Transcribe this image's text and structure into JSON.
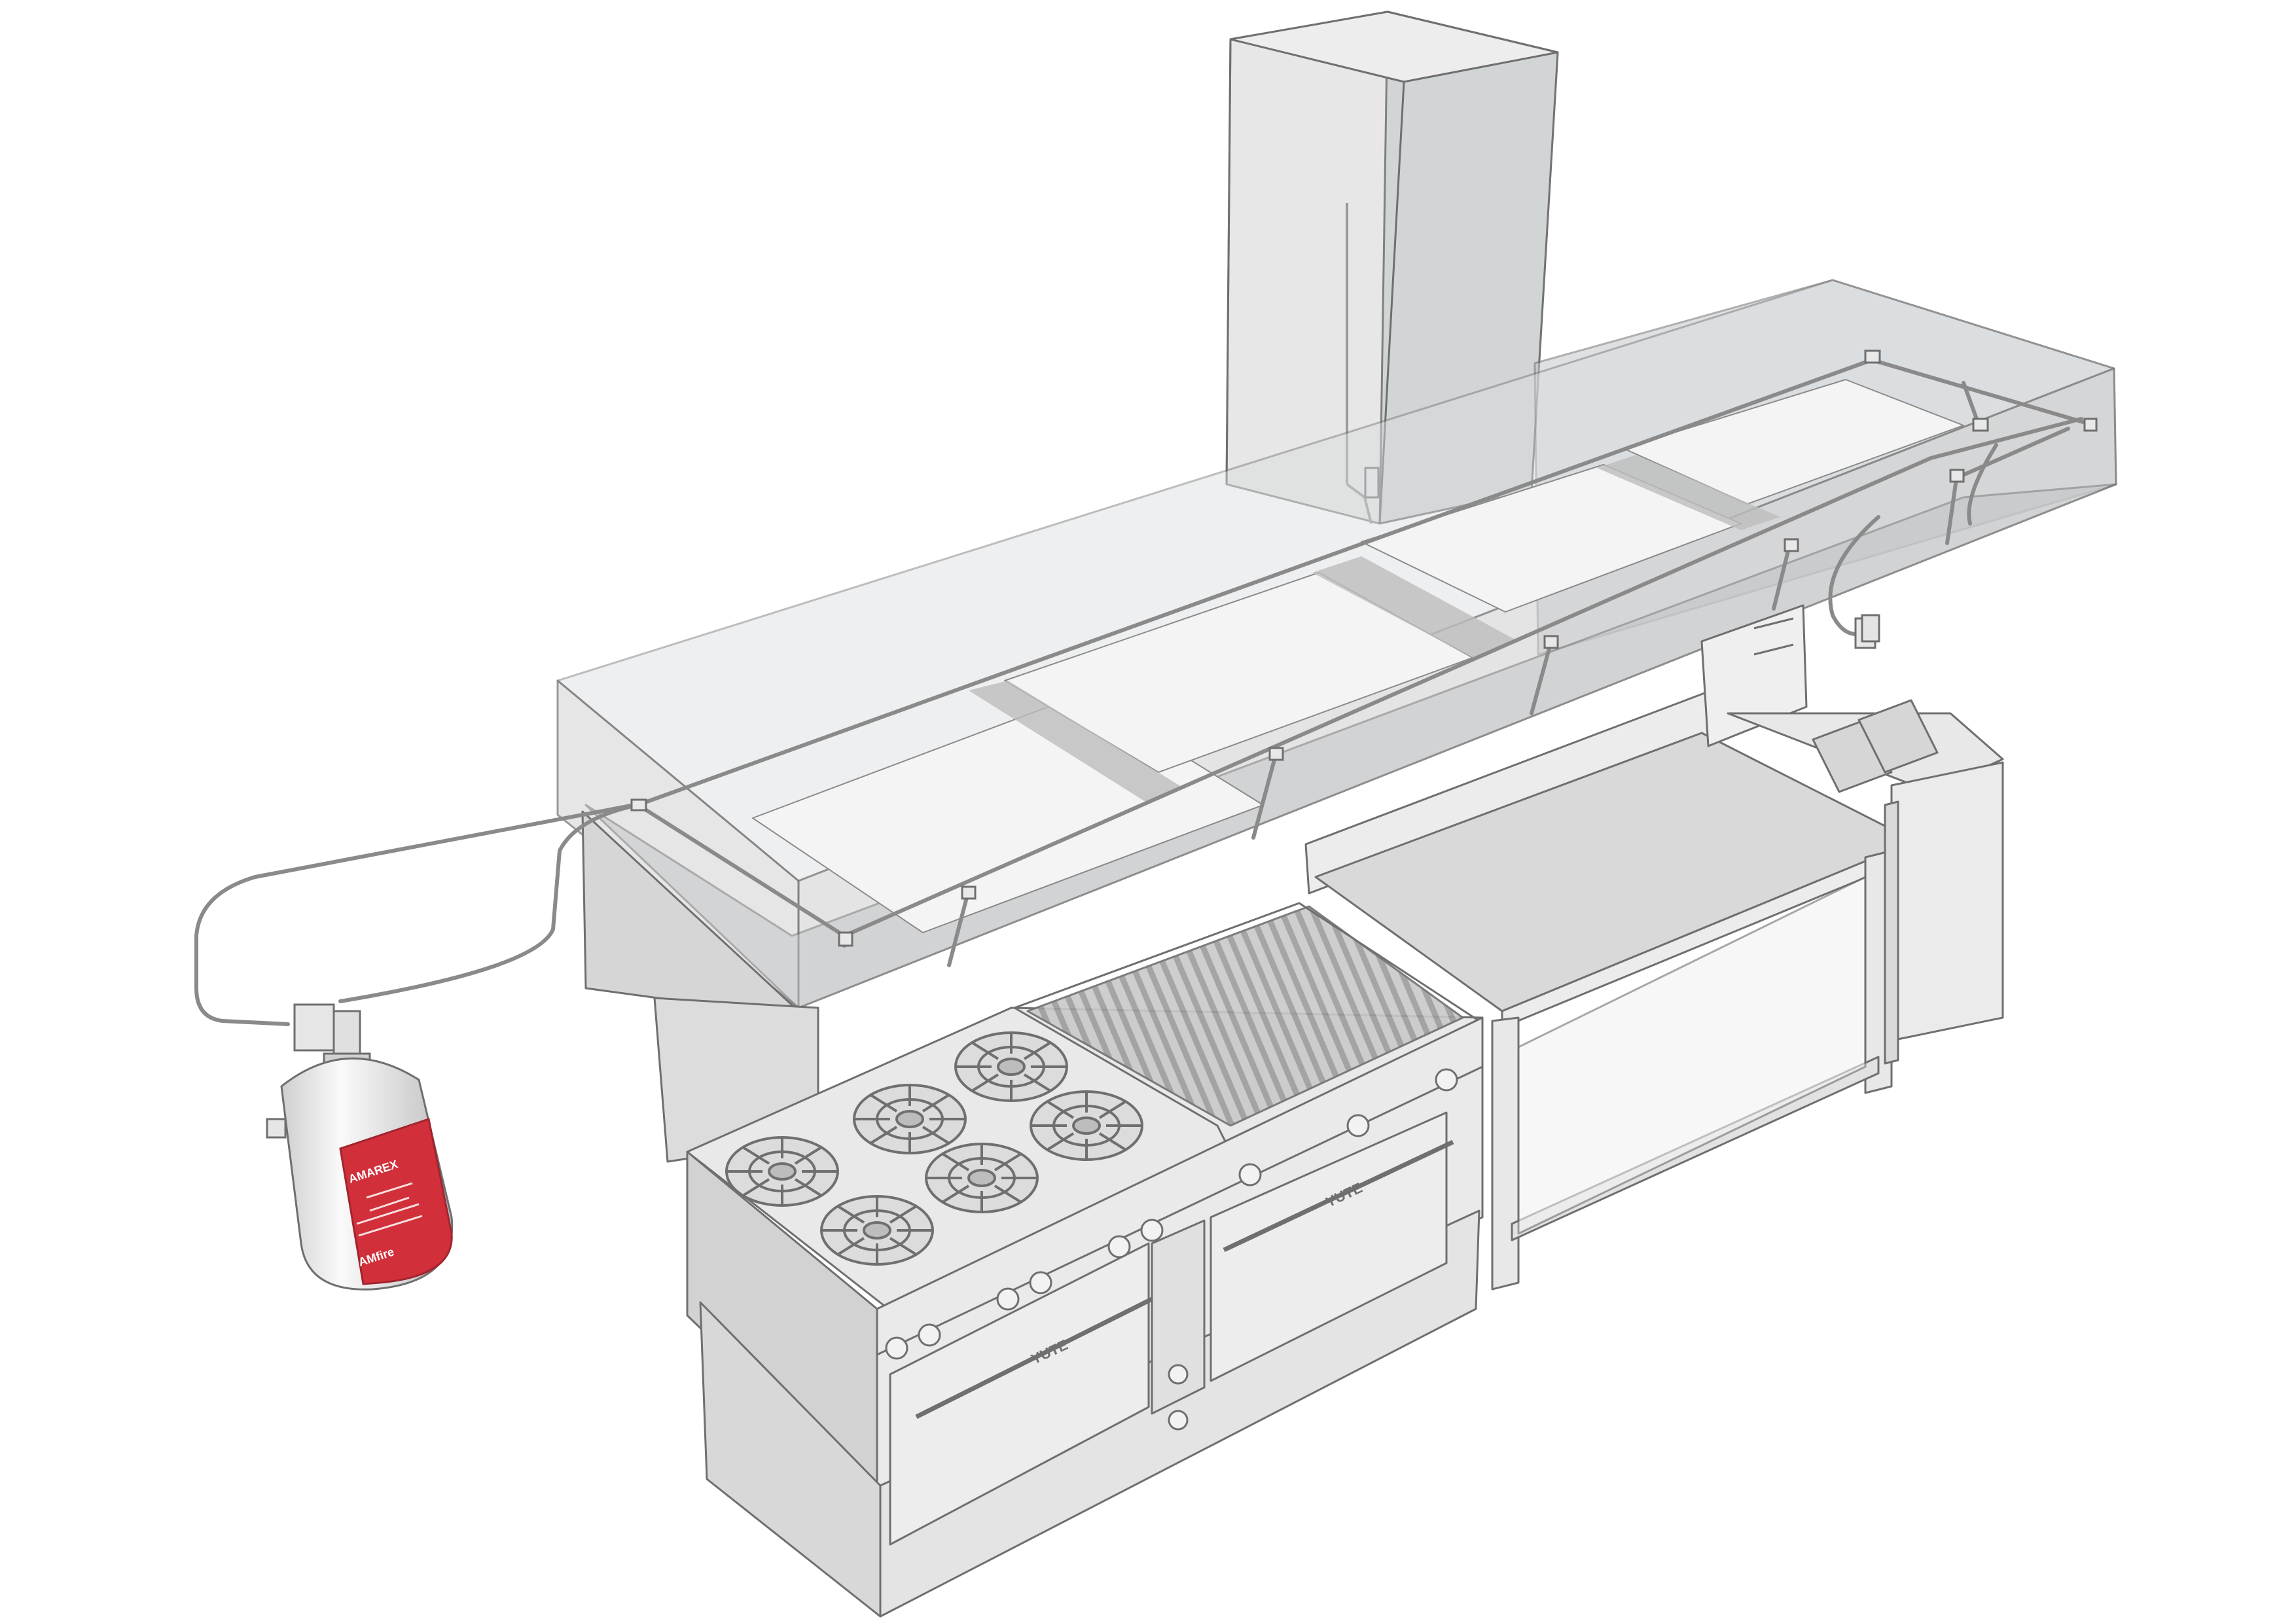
{
  "cylinder": {
    "brand_label": "AMAREX",
    "manufacturer_label": "AMfire"
  },
  "appliances": {
    "oven_door_brand_left": "YUTE",
    "oven_door_brand_right": "YUTE"
  },
  "colors": {
    "cylinder_band": "#d1303b",
    "line": "#6f6f6f",
    "panel": "#e8e8e8",
    "panel_dark": "#d2d2d2",
    "hood_fill": "#cfd3d7",
    "pipe": "#8a8a8a"
  },
  "icons": [
    "fire-suppression-cylinder-icon",
    "gas-burner-icon",
    "fryer-basket-icon",
    "control-knob-icon"
  ]
}
